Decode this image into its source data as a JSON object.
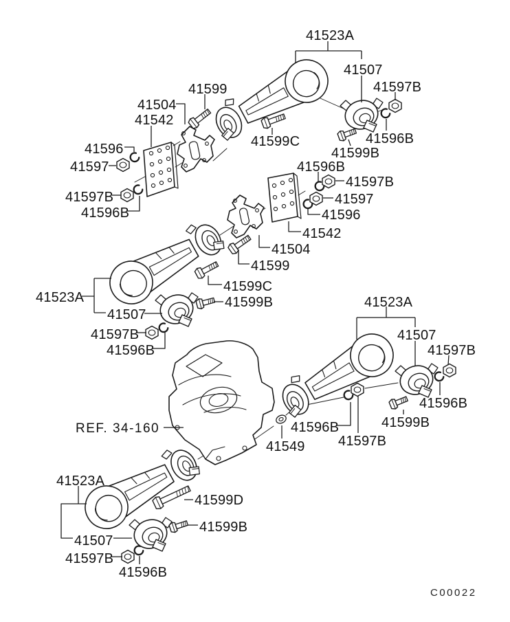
{
  "parts": {
    "41523A": "41523A",
    "41507": "41507",
    "41597B": "41597B",
    "41596B": "41596B",
    "41599": "41599",
    "41599B": "41599B",
    "41599C": "41599C",
    "41599D": "41599D",
    "41596": "41596",
    "41597": "41597",
    "41504": "41504",
    "41542": "41542",
    "41549": "41549"
  },
  "reference": {
    "label": "REF. 34-160"
  },
  "drawing_code": "C00022",
  "colors": {
    "line": "#1a1a1a",
    "background": "#ffffff"
  }
}
